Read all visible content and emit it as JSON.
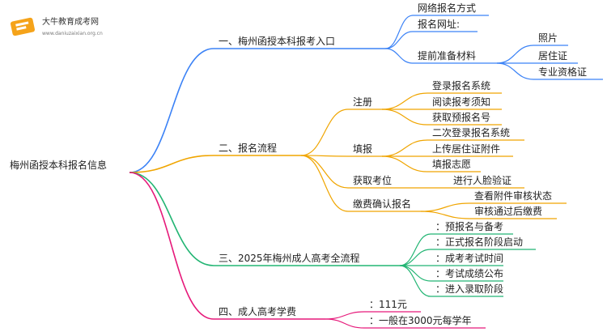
{
  "watermark": {
    "name": "大牛教育成考网",
    "url": "www.daniuzaixian.org.cn",
    "logo_color": "#f5a31a"
  },
  "root": {
    "label": "梅州函授本科报名信息"
  },
  "branches": [
    {
      "label": "一、梅州函授本科报考入口",
      "color": "#3b82f6",
      "children": [
        {
          "label": "网络报名方式"
        },
        {
          "label": "报名网址:"
        },
        {
          "label": "提前准备材料",
          "children": [
            {
              "label": "照片"
            },
            {
              "label": "居住证"
            },
            {
              "label": "专业资格证"
            }
          ]
        }
      ]
    },
    {
      "label": "二、报名流程",
      "color": "#f0a500",
      "children": [
        {
          "label": "注册",
          "children": [
            {
              "label": "登录报名系统"
            },
            {
              "label": "阅读报考须知"
            },
            {
              "label": "获取预报名号"
            }
          ]
        },
        {
          "label": "填报",
          "children": [
            {
              "label": "二次登录报名系统"
            },
            {
              "label": "上传居住证附件"
            },
            {
              "label": "填报志愿"
            }
          ]
        },
        {
          "label": "获取考位",
          "children": [
            {
              "label": "进行人脸验证"
            }
          ]
        },
        {
          "label": "缴费确认报名",
          "children": [
            {
              "label": "查看附件审核状态"
            },
            {
              "label": "审核通过后缴费"
            }
          ]
        }
      ]
    },
    {
      "label": "三、2025年梅州成人高考全流程",
      "color": "#22b573",
      "children": [
        {
          "label": "：预报名与备考"
        },
        {
          "label": "：正式报名阶段启动"
        },
        {
          "label": "：成考考试时间"
        },
        {
          "label": "：考试成绩公布"
        },
        {
          "label": "：进入录取阶段"
        }
      ]
    },
    {
      "label": "四、成人高考学费",
      "color": "#e6197a",
      "children": [
        {
          "label": "：111元"
        },
        {
          "label": "：一般在3000元每学年"
        }
      ]
    }
  ]
}
